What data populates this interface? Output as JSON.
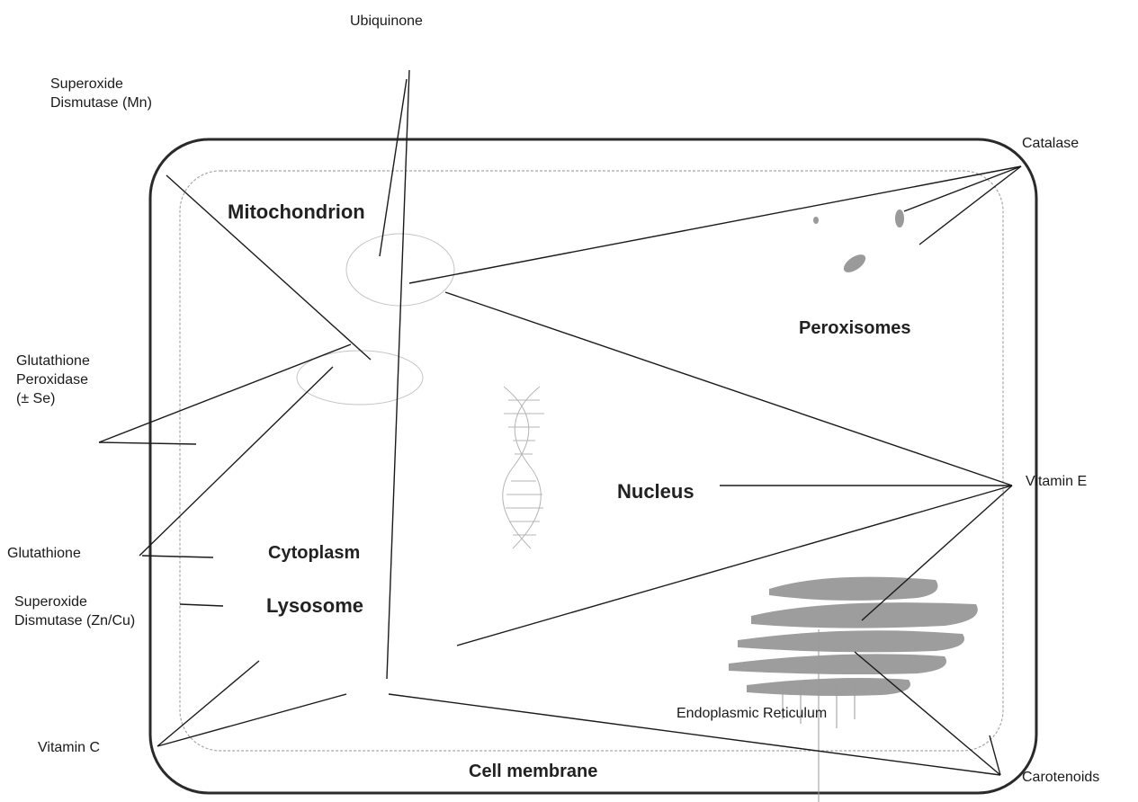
{
  "labels": {
    "ubiquinone": "Ubiquinone",
    "sod_mn_line1": "Superoxide",
    "sod_mn_line2": "Dismutase (Mn)",
    "mitochondrion": "Mitochondrion",
    "catalase": "Catalase",
    "peroxisomes": "Peroxisomes",
    "gpx_line1": "Glutathione",
    "gpx_line2": "Peroxidase",
    "gpx_line3": "(± Se)",
    "nucleus": "Nucleus",
    "vitamin_e": "Vitamin E",
    "glutathione": "Glutathione",
    "cytoplasm": "Cytoplasm",
    "sod_zncu_line1": "Superoxide",
    "sod_zncu_line2": "Dismutase (Zn/Cu)",
    "lysosome": "Lysosome",
    "endoplasmic_reticulum": "Endoplasmic Reticulum",
    "vitamin_c": "Vitamin C",
    "cell_membrane": "Cell membrane",
    "carotenoids": "Carotenoids"
  },
  "colors": {
    "line": "#1a1a1a",
    "membrane": "#2a2a2a",
    "inner_border": "#9a9a9a",
    "organelle_fill": "#8c8c8c",
    "faint": "#bdbdbd"
  }
}
